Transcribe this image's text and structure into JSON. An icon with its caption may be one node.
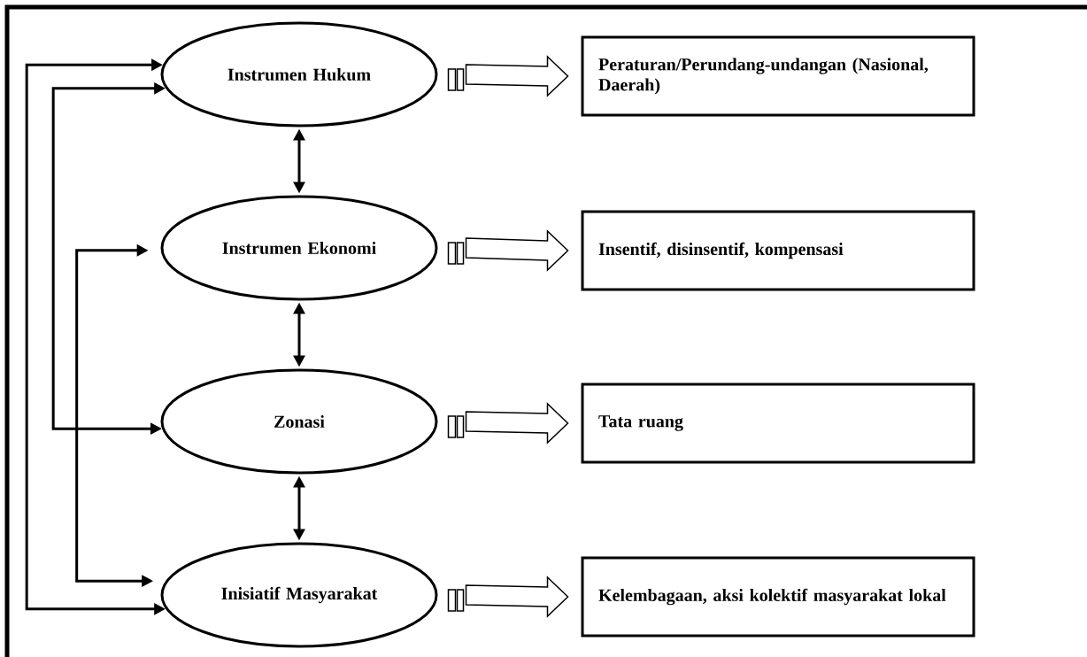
{
  "diagram": {
    "nodes": [
      {
        "text": [
          "Instrumen Hukum"
        ]
      },
      {
        "text": [
          "Instrumen Ekonomi"
        ]
      },
      {
        "text": [
          "Zonasi"
        ]
      },
      {
        "text": [
          "Inisiatif Masyarakat"
        ]
      },
      {
        "text": [
          "Peraturan/Perundang-undangan (Nasional, Daerah)"
        ]
      },
      {
        "text": [
          "Insentif, disinsentif, kompensasi"
        ]
      },
      {
        "text": [
          "Tata ruang"
        ]
      },
      {
        "text": [
          "Kelembagaan, aksi kolektif masyarakat lokal"
        ]
      }
    ],
    "edges": [
      {
        "from": 0,
        "to": 1,
        "arrow": "both"
      },
      {
        "from": 1,
        "to": 2,
        "arrow": "both"
      },
      {
        "from": 2,
        "to": 3,
        "arrow": "both"
      },
      {
        "from": 3,
        "to": 0,
        "arrow": "both"
      },
      {
        "from": 0,
        "to": 2,
        "arrow": "both"
      },
      {
        "from": 1,
        "to": 3,
        "arrow": "both"
      },
      {
        "from": 0,
        "to": 4,
        "arrow": "to",
        "style": "thick"
      },
      {
        "from": 1,
        "to": 5,
        "arrow": "to",
        "style": "thick"
      },
      {
        "from": 2,
        "to": 6,
        "arrow": "to",
        "style": "thick"
      },
      {
        "from": 3,
        "to": 7,
        "arrow": "to",
        "style": "thick"
      }
    ]
  }
}
